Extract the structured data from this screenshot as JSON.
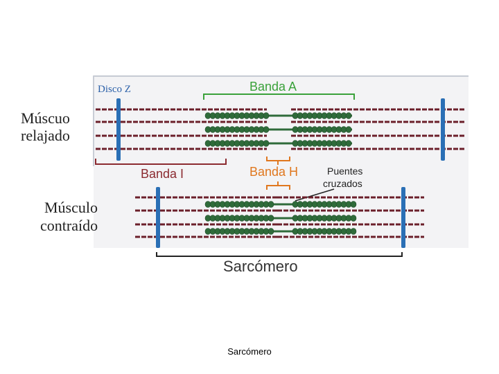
{
  "labels": {
    "disco_z": "Disco Z",
    "banda_a": "Banda A",
    "relaxed_line1": "Múscuo",
    "relaxed_line2": "relajado",
    "banda_i": "Banda I",
    "banda_h": "Banda H",
    "puentes_line1": "Puentes",
    "puentes_line2": "cruzados",
    "contracted_line1": "Músculo",
    "contracted_line2": "contraído",
    "sarcomero": "Sarcómero"
  },
  "caption": "Sarcómero",
  "colors": {
    "actin": "#6b1f2a",
    "myosin": "#2f6b3a",
    "z_disc": "#2a6fb5",
    "banda_a": "#3aa13a",
    "banda_i": "#8b2a30",
    "banda_h": "#e0771e",
    "sarcomere_bracket": "#222222",
    "panel_bg": "#f3f3f5"
  }
}
